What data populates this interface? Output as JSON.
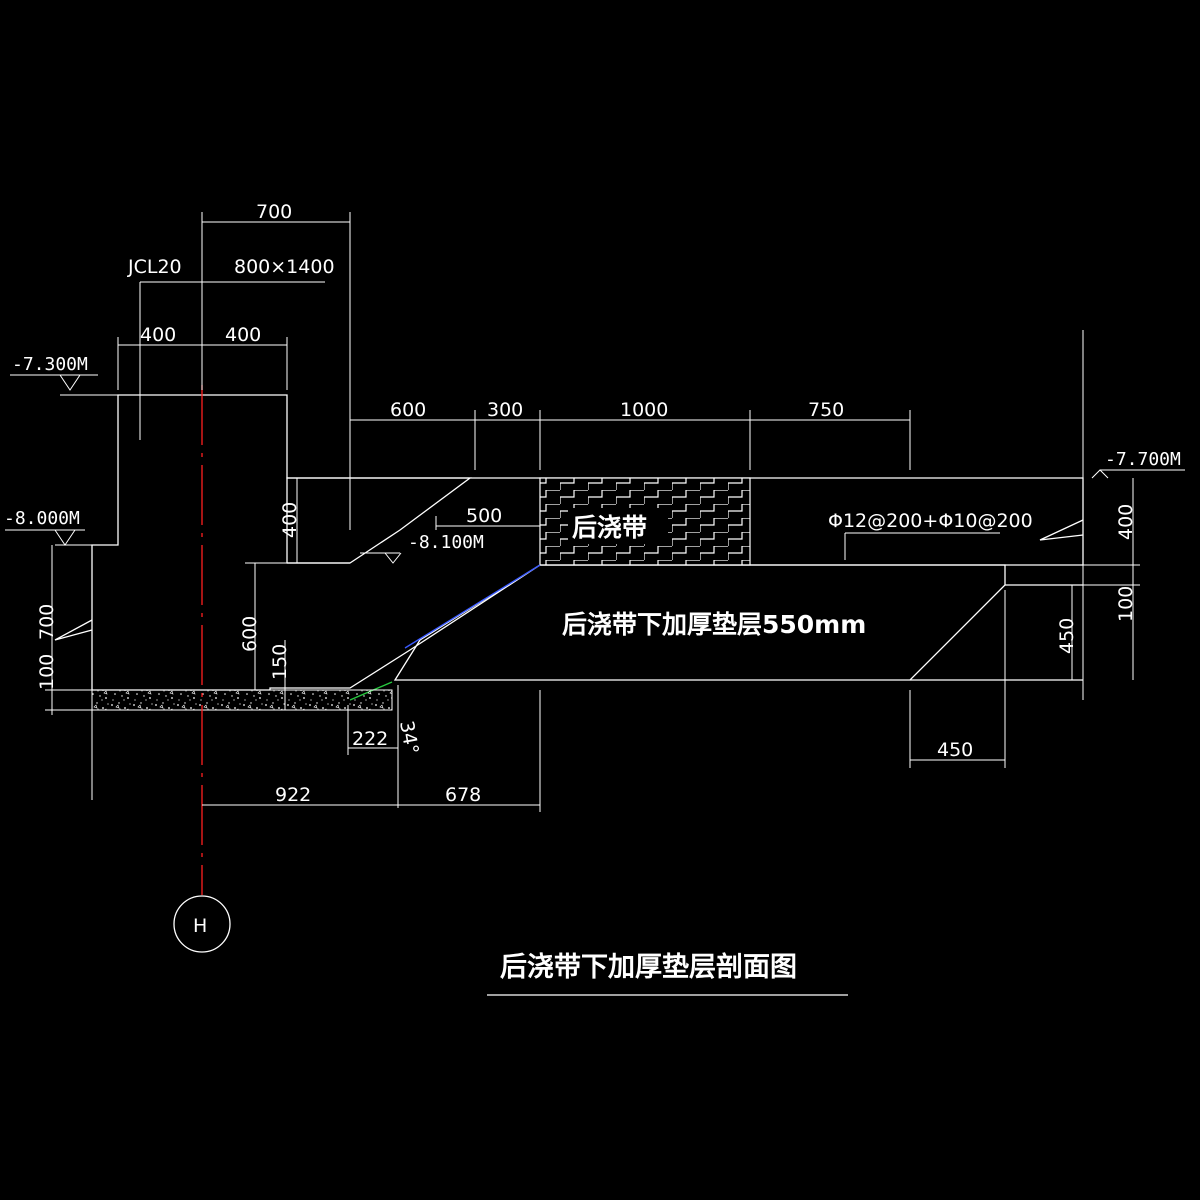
{
  "drawing": {
    "title": "后浇带下加厚垫层剖面图",
    "beam_label": "JCL20",
    "beam_size": "800×1400",
    "pour_strip_label": "后浇带",
    "thickened_layer_label": "后浇带下加厚垫层550mm",
    "rebar_label": "Φ12@200+Φ10@200",
    "grid_axis": "H",
    "levels": {
      "beam_top": "-7.300M",
      "raft_top_left": "-8.000M",
      "pit_level": "-8.100M",
      "slab_top_right": "-7.700M"
    },
    "dimensions": {
      "d_700_top": "700",
      "d_400_left": "400",
      "d_400_right": "400",
      "d_600": "600",
      "d_300": "300",
      "d_1000": "1000",
      "d_750": "750",
      "d_500": "500",
      "d_400_vert_slab": "400",
      "d_400_vert_right": "400",
      "d_100_vert_right": "100",
      "d_450_vert_right": "450",
      "d_600_vert": "600",
      "d_150_vert": "150",
      "d_700_vert_left": "700",
      "d_100_vert_left": "100",
      "d_222": "222",
      "d_angle": "34°",
      "d_922": "922",
      "d_678": "678",
      "d_450_bottom": "450"
    }
  }
}
